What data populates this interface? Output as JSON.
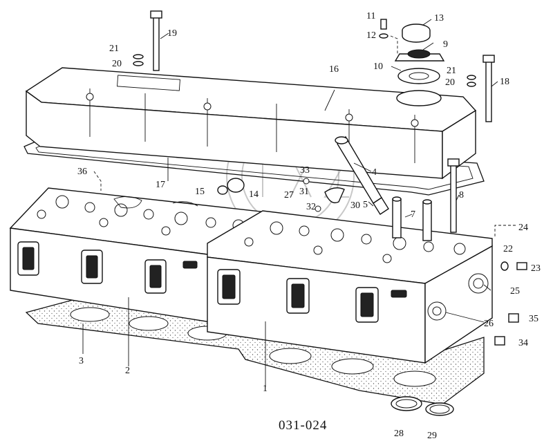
{
  "figure": {
    "number": "031-024"
  },
  "callouts": {
    "c1": "1",
    "c2": "2",
    "c3": "3",
    "c4": "4",
    "c5": "5",
    "c7": "7",
    "c8": "8",
    "c9": "9",
    "c10": "10",
    "c11": "11",
    "c12": "12",
    "c13": "13",
    "c14": "14",
    "c15": "15",
    "c16": "16",
    "c17": "17",
    "c18": "18",
    "c19": "19",
    "c20a": "20",
    "c20b": "20",
    "c21a": "21",
    "c21b": "21",
    "c22": "22",
    "c23": "23",
    "c24": "24",
    "c25": "25",
    "c26": "26",
    "c27": "27",
    "c28": "28",
    "c29": "29",
    "c30": "30",
    "c31": "31",
    "c32": "32",
    "c33": "33",
    "c34": "34",
    "c35": "35",
    "c36": "36"
  }
}
